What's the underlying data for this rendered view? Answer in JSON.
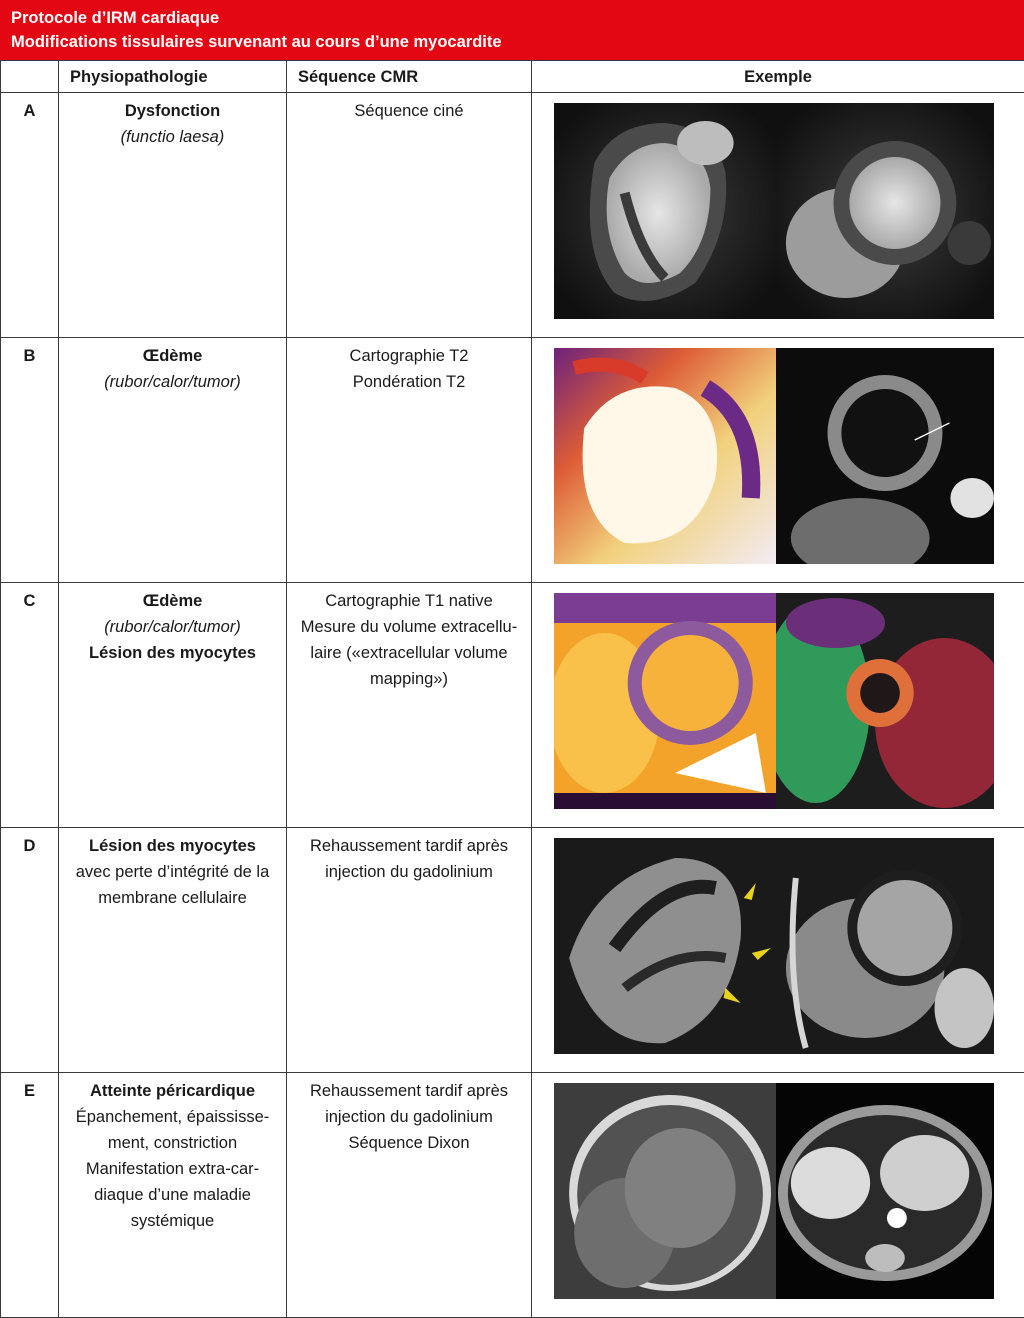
{
  "banner": {
    "line1": "Protocole d’IRM cardiaque",
    "line2": "Modifications tissulaires survenant au cours d’une myocardite"
  },
  "headers": {
    "physio": "Physiopathologie",
    "sequence": "Séquence CMR",
    "exemple": "Exemple"
  },
  "rows": [
    {
      "letter": "A",
      "physio": [
        {
          "t": "Dysfonction",
          "s": "b"
        },
        {
          "t": "(functio laesa)",
          "s": "i"
        }
      ],
      "sequence": [
        "Séquence ciné"
      ],
      "images": [
        "cine-long-axis-image",
        "cine-short-axis-image"
      ]
    },
    {
      "letter": "B",
      "physio": [
        {
          "t": "Œdème",
          "s": "b"
        },
        {
          "t": "(rubor/calor/tumor)",
          "s": "i"
        }
      ],
      "sequence": [
        "Cartographie T2",
        "Pondération T2"
      ],
      "images": [
        "t2-map-image",
        "t2-weighted-image"
      ]
    },
    {
      "letter": "C",
      "physio": [
        {
          "t": "Œdème",
          "s": "b"
        },
        {
          "t": "(rubor/calor/tumor)",
          "s": "i"
        },
        {
          "t": "Lésion des myocytes",
          "s": "b"
        }
      ],
      "sequence": [
        "Cartographie T1 native",
        "Mesure du volume extracellu-",
        "laire («extracellular volume",
        "mapping»)"
      ],
      "images": [
        "t1-map-image",
        "ecv-map-image"
      ]
    },
    {
      "letter": "D",
      "physio": [
        {
          "t": "Lésion des myocytes",
          "s": "b"
        },
        {
          "t": "avec perte d’intégrité de la",
          "s": "n"
        },
        {
          "t": "membrane cellulaire",
          "s": "n"
        }
      ],
      "sequence": [
        "Rehaussement tardif après",
        "injection du gadolinium"
      ],
      "images": [
        "lge-long-axis-image",
        "lge-short-axis-image"
      ]
    },
    {
      "letter": "E",
      "physio": [
        {
          "t": "Atteinte péricardique",
          "s": "b"
        },
        {
          "t": "Épanchement, épaississe-",
          "s": "n"
        },
        {
          "t": "ment, constriction",
          "s": "n"
        },
        {
          "t": "Manifestation extra-car-",
          "s": "n"
        },
        {
          "t": "diaque d’une maladie",
          "s": "n"
        },
        {
          "t": "systémique",
          "s": "n"
        }
      ],
      "sequence": [
        "Rehaussement tardif après",
        "injection du gadolinium",
        "Séquence Dixon"
      ],
      "images": [
        "pericardial-lge-image",
        "dixon-axial-image"
      ]
    }
  ]
}
